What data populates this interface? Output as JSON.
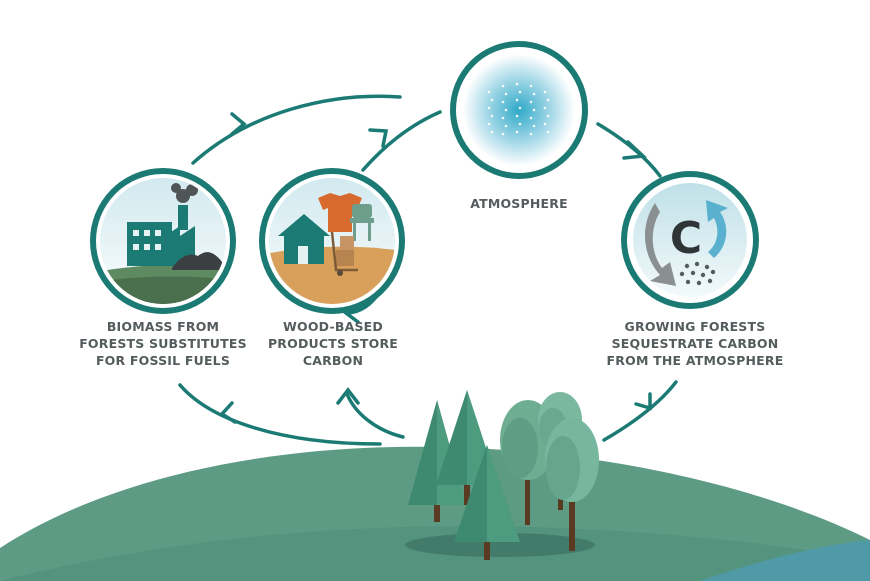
{
  "labels": {
    "atmosphere": "ATMOSPHERE",
    "growing": [
      "GROWING FORESTS",
      "SEQUESTRATE CARBON",
      "FROM THE ATMOSPHERE"
    ],
    "wood": [
      "WOOD-BASED",
      "PRODUCTS STORE",
      "CARBON"
    ],
    "biomass": [
      "BIOMASS FROM",
      "FORESTS SUBSTITUTES",
      "FOR FOSSIL FUELS"
    ]
  },
  "carbon_symbol": "C",
  "colors": {
    "ring": "#1b7b74",
    "text": "#555c5e",
    "hill": "#5e9b85",
    "hill_dark": "#3f7f70",
    "water": "#4f9aa6",
    "conifer": "#3d8a70",
    "broadleaf": "#6fad93"
  },
  "icons": {
    "atmosphere": "atmosphere-icon",
    "carbon": "carbon-sequestration-icon",
    "wood": "wood-products-icon",
    "biomass": "biomass-factory-icon"
  }
}
